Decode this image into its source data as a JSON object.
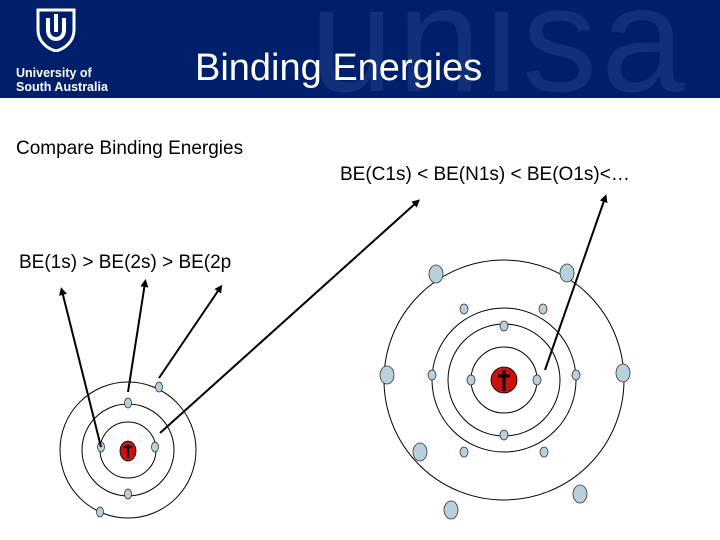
{
  "header": {
    "background_color": "#001f6b",
    "watermark": "unisa",
    "logo_line1": "University of",
    "logo_line2": "South Australia",
    "title": "Binding Energies"
  },
  "content": {
    "compare_label": "Compare Binding Energies",
    "be_relation": "BE(C1s) < BE(N1s) < BE(O1s)<…",
    "be_order": "BE(1s) > BE(2s) > BE(2p"
  },
  "colors": {
    "nucleus": "#cc1111",
    "electron": "#b8d0dc"
  }
}
